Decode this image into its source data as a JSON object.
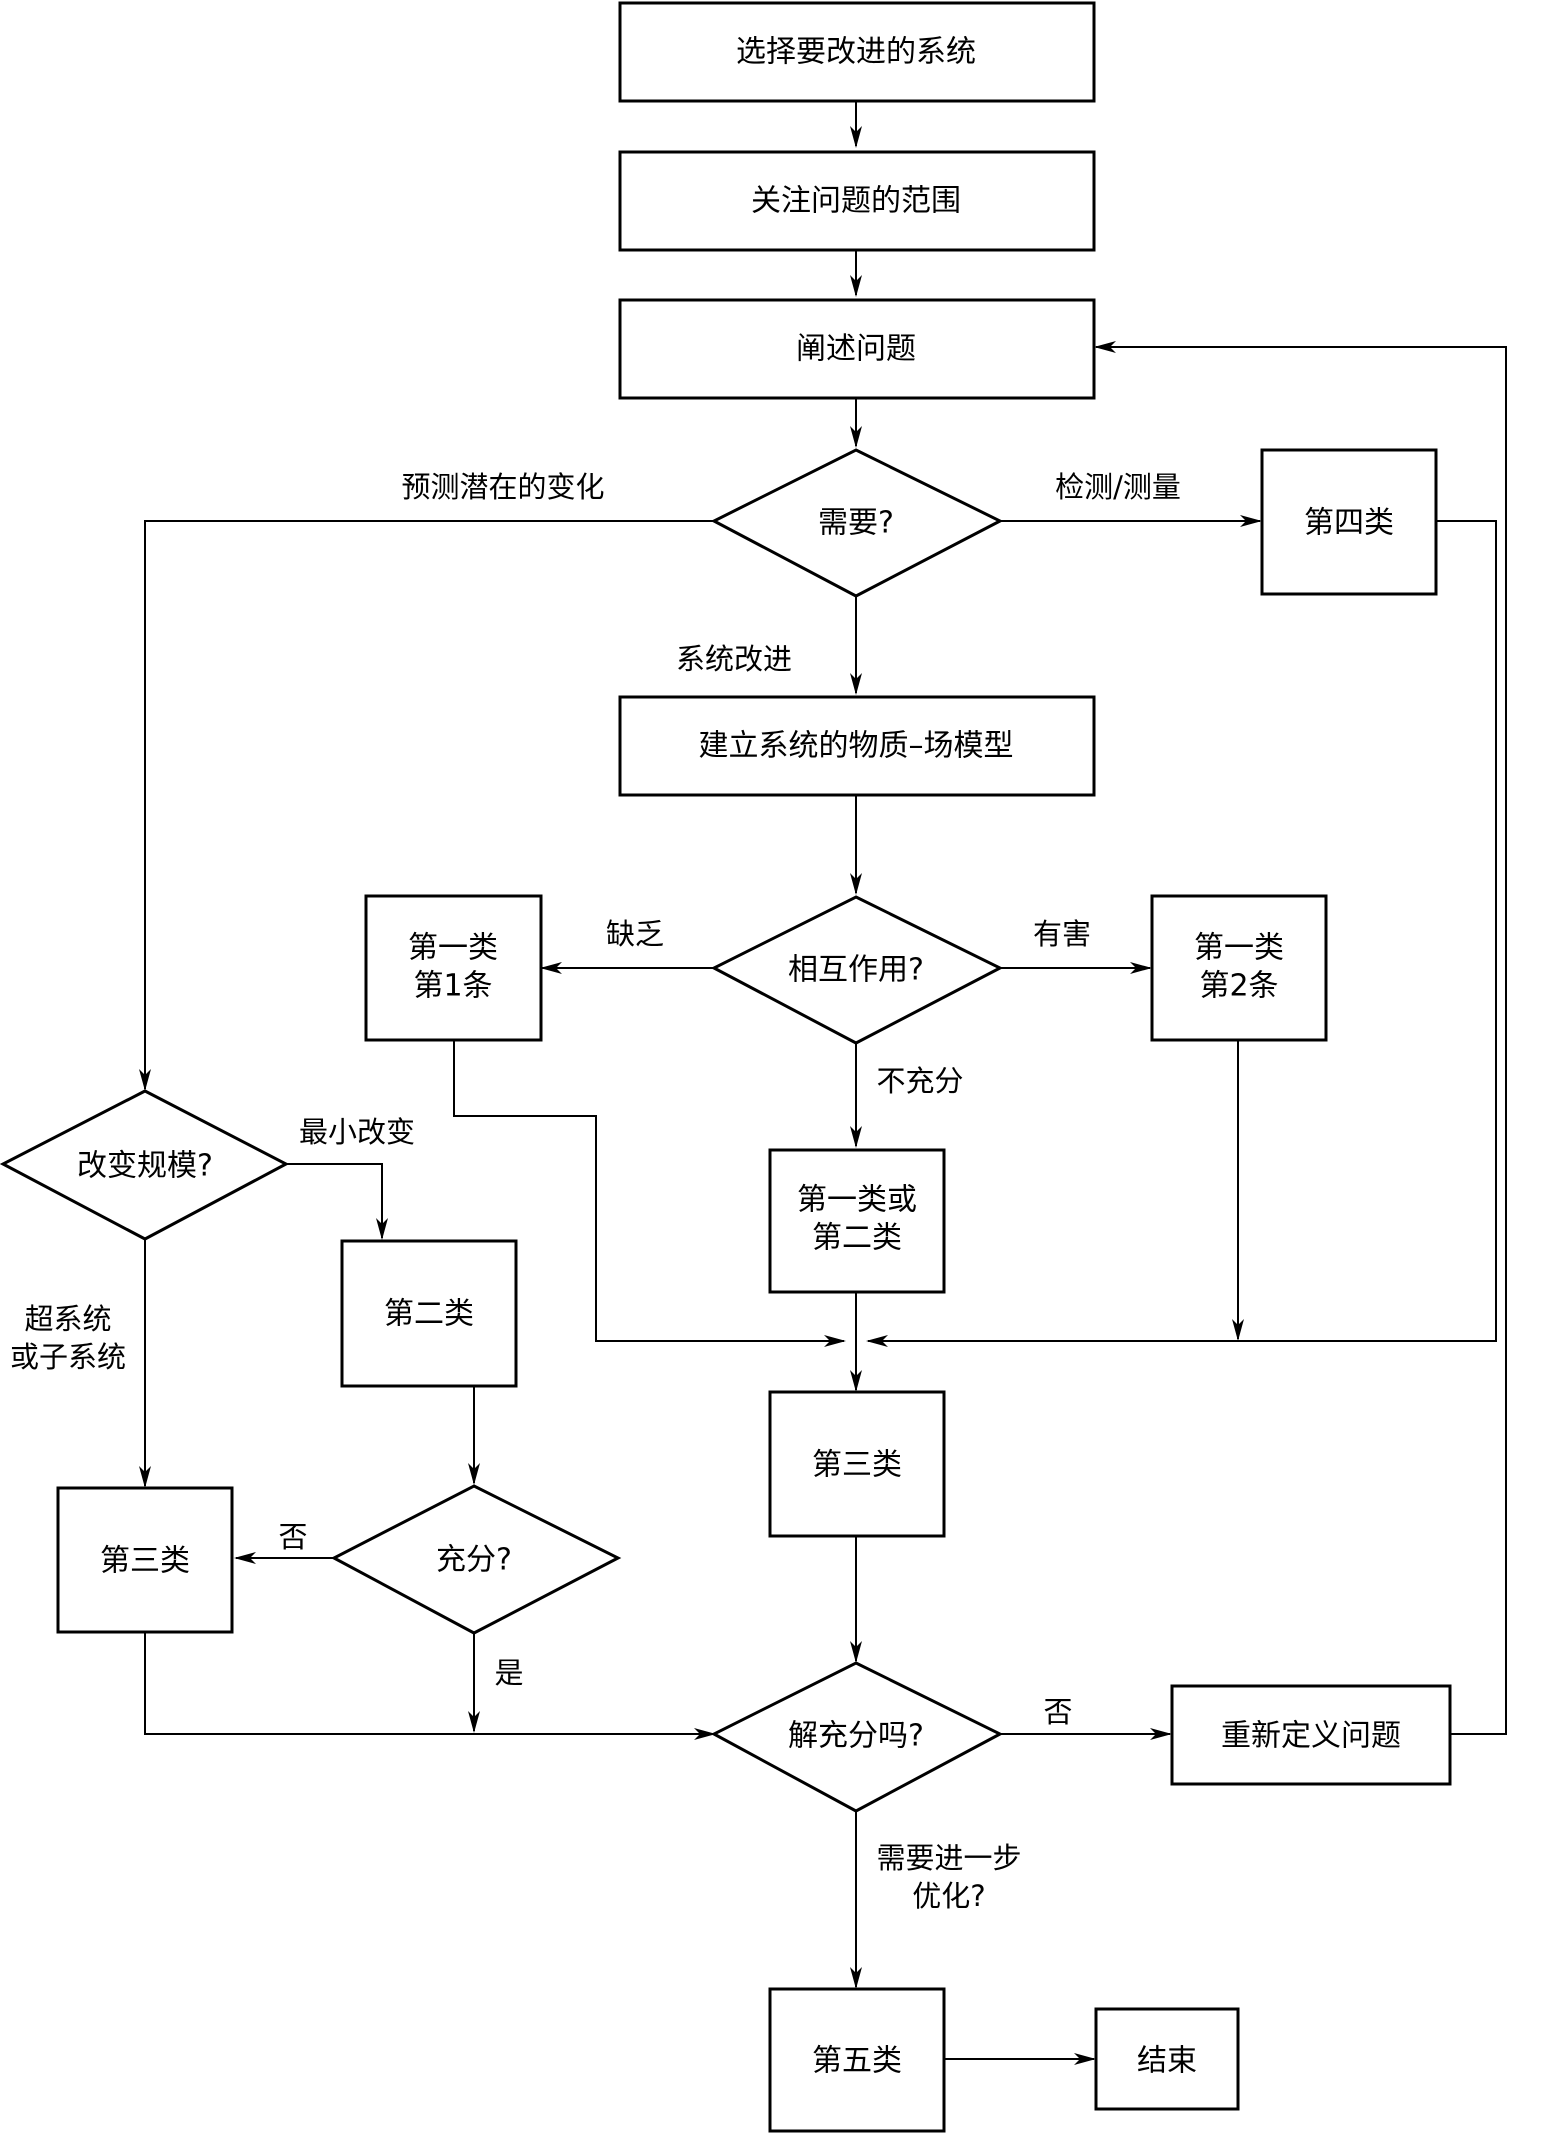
{
  "nodes": {
    "select_system": "选择要改进的系统",
    "focus_scope": "关注问题的范围",
    "state_problem": "阐述问题",
    "need": "需要?",
    "class4": "第四类",
    "build_model": "建立系统的物质–场模型",
    "interaction": "相互作用?",
    "class1_rule1": [
      "第一类",
      "第1条"
    ],
    "class1_rule2": [
      "第一类",
      "第2条"
    ],
    "class1_or_2": [
      "第一类或",
      "第二类"
    ],
    "change_scale": "改变规模?",
    "class2": "第二类",
    "sufficient": "充分?",
    "class3_left": "第三类",
    "class3_center": "第三类",
    "solution_sufficient": "解充分吗?",
    "redefine": "重新定义问题",
    "class5": "第五类",
    "end": "结束"
  },
  "edge_labels": {
    "predict_change": "预测潜在的变化",
    "detect_measure": "检测/测量",
    "system_improve": "系统改进",
    "lacking": "缺乏",
    "harmful": "有害",
    "insufficient": "不充分",
    "min_change": "最小改变",
    "super_or_sub": [
      "超系统",
      "或子系统"
    ],
    "no_left": "否",
    "yes": "是",
    "no_right": "否",
    "further_opt": [
      "需要进一步",
      "优化?"
    ]
  }
}
